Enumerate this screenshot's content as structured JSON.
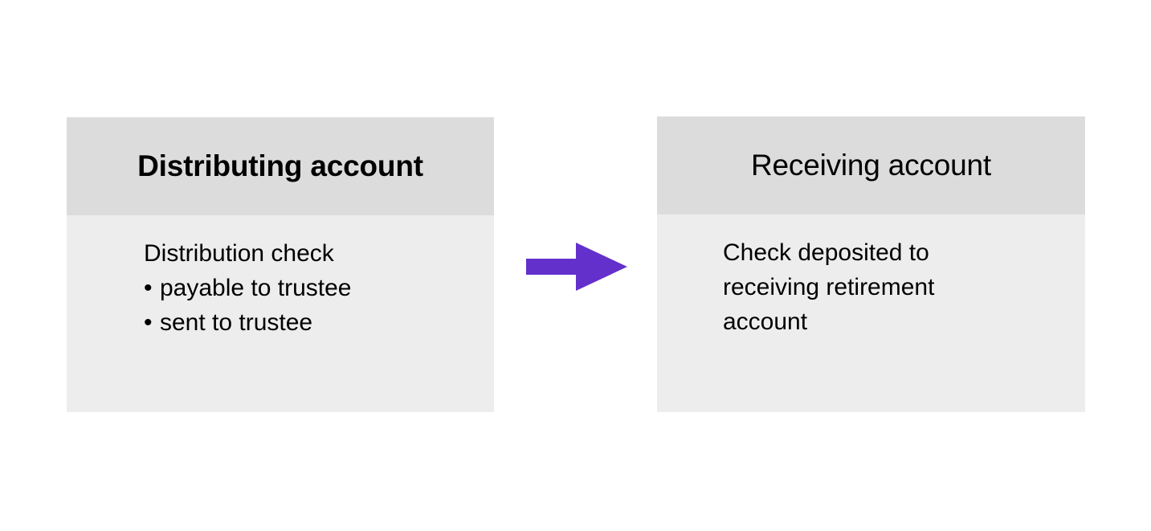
{
  "diagram": {
    "title_distributing": "Distributing account",
    "title_receiving": "Receiving account",
    "arrow": {
      "icon": "right-arrow-icon",
      "color": "#6330cc",
      "direction": "right"
    },
    "colors": {
      "header_band": "#dcdcdc",
      "panel_body": "#ededed",
      "page_background": "#ffffff",
      "text": "#000000",
      "accent": "#6330cc"
    },
    "panels": [
      {
        "id": "distributing",
        "header": "Distributing account",
        "lines": [
          {
            "type": "text",
            "text": "Distribution check"
          },
          {
            "type": "bullet",
            "bullet": "•",
            "text": "payable to trustee"
          },
          {
            "type": "bullet",
            "bullet": "•",
            "text": "sent to trustee"
          }
        ]
      },
      {
        "id": "receiving",
        "header": "Receiving account",
        "paragraph": "Check deposited to receiving retirement account"
      }
    ]
  }
}
